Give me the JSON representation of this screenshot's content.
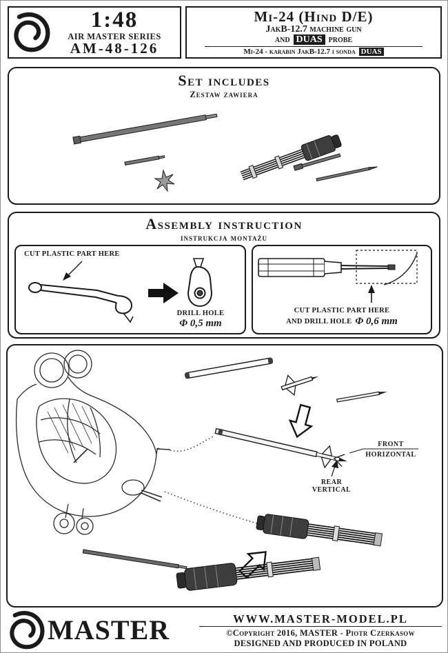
{
  "colors": {
    "ink": "#1a1a1a",
    "highlight_bg": "#1c1c1c",
    "highlight_text": "#ffffff",
    "metal_light": "#767676",
    "metal_dark": "#3d3d3d",
    "page_bg": "#ffffff"
  },
  "header": {
    "left": {
      "scale": "1:48",
      "series": "AIR MASTER SERIES",
      "code": "AM-48-126"
    },
    "right": {
      "title": "Mi-24 (Hind D/E)",
      "subtitle1": "JakB-12.7 machine gun",
      "subtitle2_pre": "and",
      "subtitle2_highlight": "DUAS",
      "subtitle2_post": "probe",
      "subtitle_pl_pre": "Mi-24 - karabin JakB-12.7 i sonda",
      "subtitle_pl_highlight": "DUAS"
    }
  },
  "set_includes": {
    "title": "Set includes",
    "subtitle": "Zestaw zawiera"
  },
  "assembly": {
    "title": "Assembly instruction",
    "subtitle": "instrukcja montażu",
    "left_panel": {
      "cut_note": "CUT PLASTIC PART HERE",
      "drill_label": "DRILL HOLE",
      "drill_size": "Φ 0,5 mm"
    },
    "right_panel": {
      "cut_note": "CUT PLASTIC PART HERE",
      "drill_label": "AND DRILL HOLE",
      "drill_size": "Φ 0,6 mm"
    }
  },
  "diagram": {
    "front_line1": "FRONT",
    "front_line2": "HORIZONTAL",
    "rear_line1": "REAR",
    "rear_line2": "VERTICAL"
  },
  "footer": {
    "brand": "MASTER",
    "website": "WWW.MASTER-MODEL.PL",
    "copyright": "©Copyright 2016, MASTER - Piotr Czerkasow",
    "origin": "DESIGNED AND PRODUCED IN POLAND"
  }
}
